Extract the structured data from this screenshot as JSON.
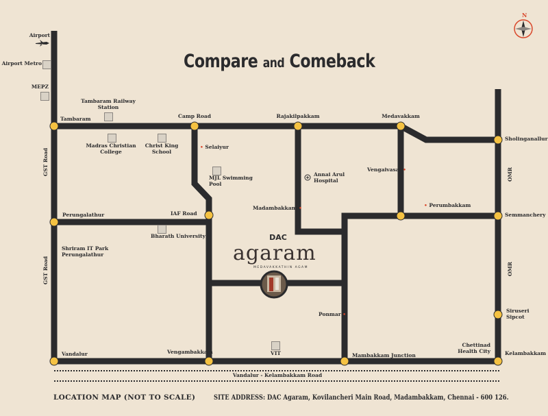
{
  "title": {
    "main": "Compare",
    "and": "and",
    "rest": "Comeback"
  },
  "compass": {
    "label": "N"
  },
  "logo": {
    "brand": "DAC",
    "name": "agaram",
    "tagline": "MEDAVAKKATHIN AGAM"
  },
  "places": {
    "airport": "Airport",
    "airport_metro": "Airport Metro",
    "mepz": "MEPZ",
    "tambaram_station": "Tambaram Railway Station",
    "tambaram": "Tambaram",
    "madras_college": "Madras Christian College",
    "christ_school": "Christ King School",
    "camp_road": "Camp Road",
    "selaiyur": "Selaiyur",
    "mjl_pool": "MJL Swimming Pool",
    "rajakilpakkam": "Rajakilpakkam",
    "annai_arul": "Annai Arul Hospital",
    "madambakkam": "Madambakkam",
    "medavakkam": "Medavakkam",
    "vengaivasal": "Vengaivasal",
    "sholinganallur": "Sholinganallur",
    "perumbakkam": "Perumbakkam",
    "semmanchery": "Semmanchery",
    "perungalathur": "Perungalathur",
    "iaf_road": "IAF Road",
    "bharath_university": "Bharath University",
    "shriram": "Shriram IT Park Perungalathur",
    "ponmar": "Ponmar",
    "siruseri": "Siruseri Sipcot",
    "chettinad": "Chettinad Health City",
    "kelambakkam": "Kelambakkam",
    "vandalur": "Vandalur",
    "vengambakkam": "Vengambakkam",
    "vit": "VIT",
    "mambakkam": "Mambakkam Junction"
  },
  "roads": {
    "gst1": "GST Road",
    "gst2": "GST Road",
    "omr1": "OMR",
    "omr2": "OMR",
    "vk": "Vandalur - Kelambakkam Road"
  },
  "footer": {
    "left": "LOCATION MAP (NOT TO SCALE)",
    "right": "SITE ADDRESS: DAC Agaram, Kovilancheri Main Road, Madambakkam, Chennai - 600 126."
  },
  "colors": {
    "background": "#efe4d3",
    "road": "#2b2b2d",
    "junction": "#f5c242",
    "accent": "#d9472b"
  }
}
